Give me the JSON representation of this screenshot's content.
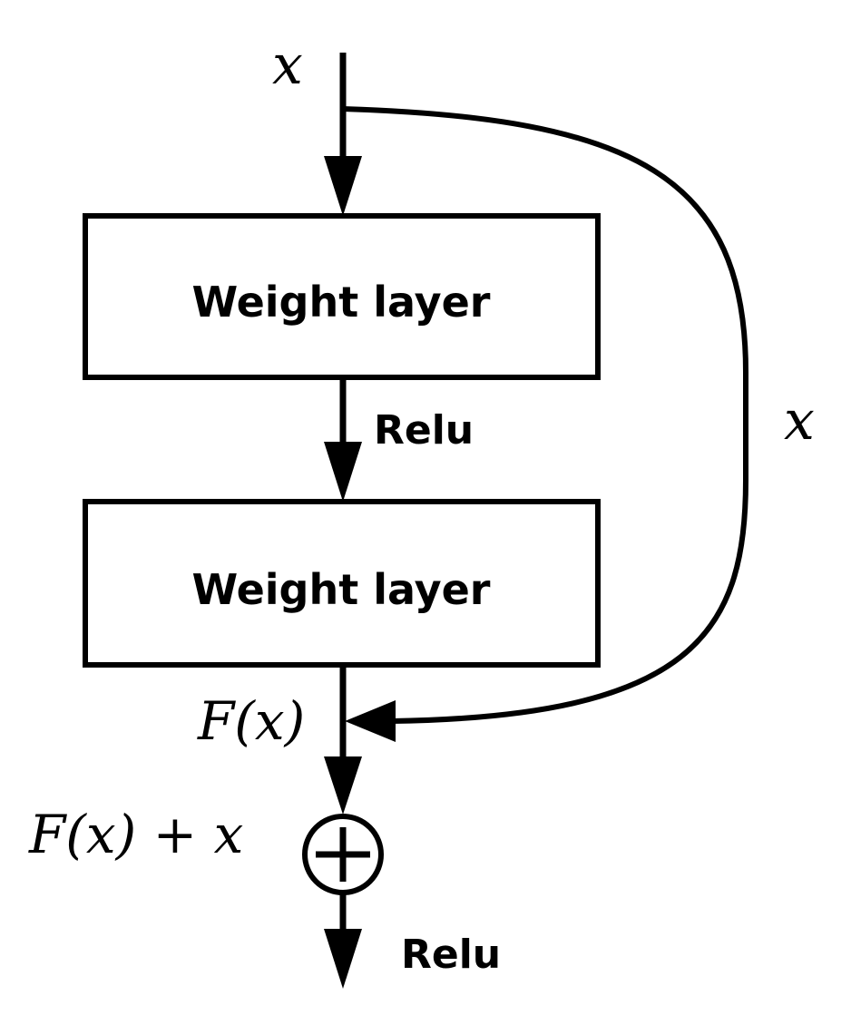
{
  "diagram": {
    "input_label": "x",
    "skip_label": "x",
    "layer1_label": "Weight layer",
    "activation1_label": "Relu",
    "layer2_label": "Weight layer",
    "residual_label": "F(x)",
    "sum_label": "F(x) + x",
    "output_activation_label": "Relu",
    "sum_symbol": "add-circle-icon"
  }
}
